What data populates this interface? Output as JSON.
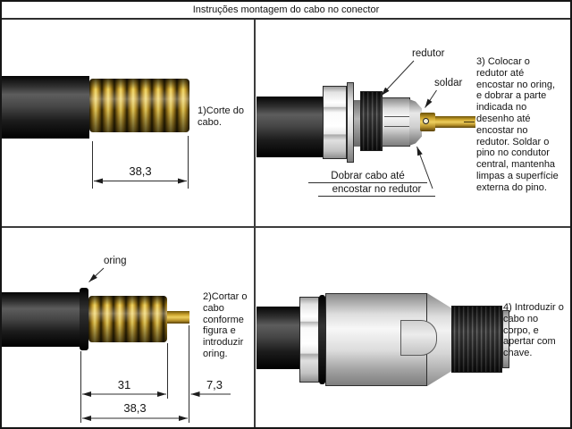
{
  "title": "Instruções montagem do cabo no conector",
  "panels": {
    "top_left": {
      "step_text": "1)Corte do\ncabo.",
      "dim_total": "38,3"
    },
    "top_right": {
      "label_redutor": "redutor",
      "label_soldar": "soldar",
      "step_text": "3) Colocar o\nredutor até\nencostar no oring,\ne dobrar a parte\nindicada no\ndesenho até\nencostar no\nredutor. Soldar o\npino no condutor\ncentral, mantenha\nlimpas a superfície\nexterna do pino.",
      "note_line1": "Dobrar cabo até",
      "note_line2": "encostar no redutor"
    },
    "bottom_left": {
      "label_oring": "oring",
      "step_text": "2)Cortar o\ncabo\nconforme\nfigura e\nintroduzir\noring.",
      "dim_inner": "31",
      "dim_pin": "7,3",
      "dim_total": "38,3"
    },
    "bottom_right": {
      "step_text": "4) Introduzir o\ncabo no\ncorpo, e\napertar com\nchave."
    }
  },
  "colors": {
    "brass": "#d9b53a",
    "cable_black": "#1a1a1a",
    "metal_gray": "#dcdcdc",
    "line": "#2d2d2d",
    "background": "#ffffff"
  }
}
